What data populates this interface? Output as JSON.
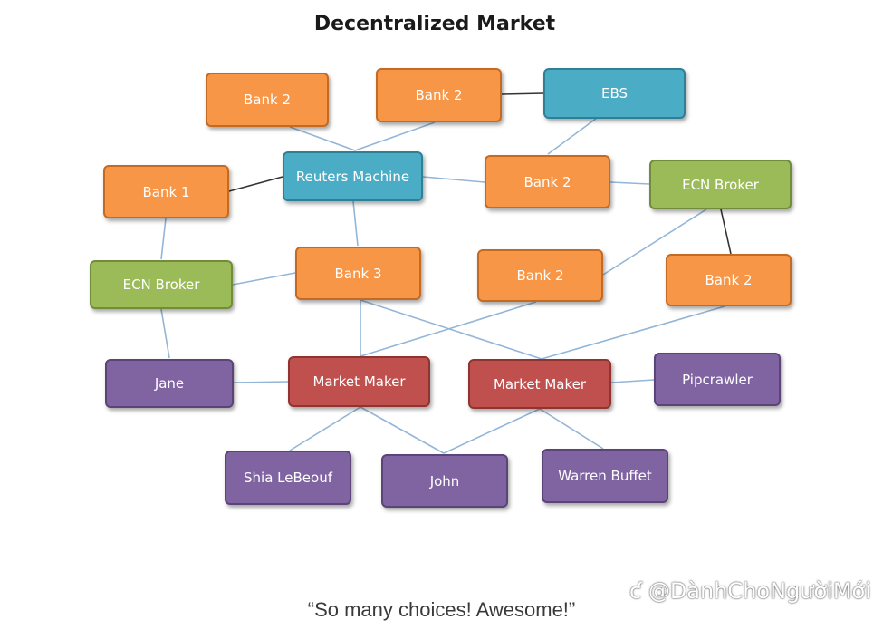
{
  "title": "Decentralized Market",
  "caption": "“So many choices! Awesome!”",
  "watermark": "ƈ @DànhChoNgườiMới",
  "nodes": {
    "bank2_a": "Bank 2",
    "bank2_b": "Bank 2",
    "ebs": "EBS",
    "bank1": "Bank 1",
    "reuters": "Reuters Machine",
    "bank2_c": "Bank 2",
    "ecn_right": "ECN Broker",
    "ecn_left": "ECN Broker",
    "bank3": "Bank 3",
    "bank2_d": "Bank 2",
    "bank2_e": "Bank 2",
    "jane": "Jane",
    "mm1": "Market Maker",
    "mm2": "Market Maker",
    "pipcrawler": "Pipcrawler",
    "shia": "Shia LeBeouf",
    "john": "John",
    "warren": "Warren Buffet"
  }
}
